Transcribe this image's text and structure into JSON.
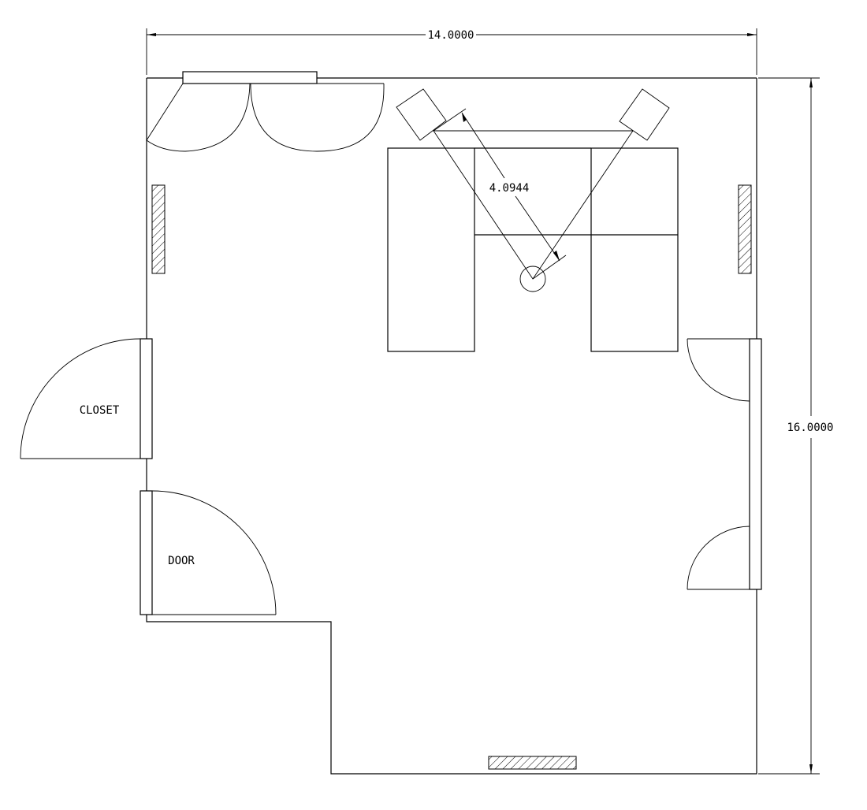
{
  "dimensions": {
    "width_label": "14.0000",
    "height_label": "16.0000",
    "listening_distance_label": "4.0944"
  },
  "labels": {
    "closet": "CLOSET",
    "door": "DOOR"
  },
  "colors": {
    "line": "#000000",
    "background": "#ffffff"
  }
}
